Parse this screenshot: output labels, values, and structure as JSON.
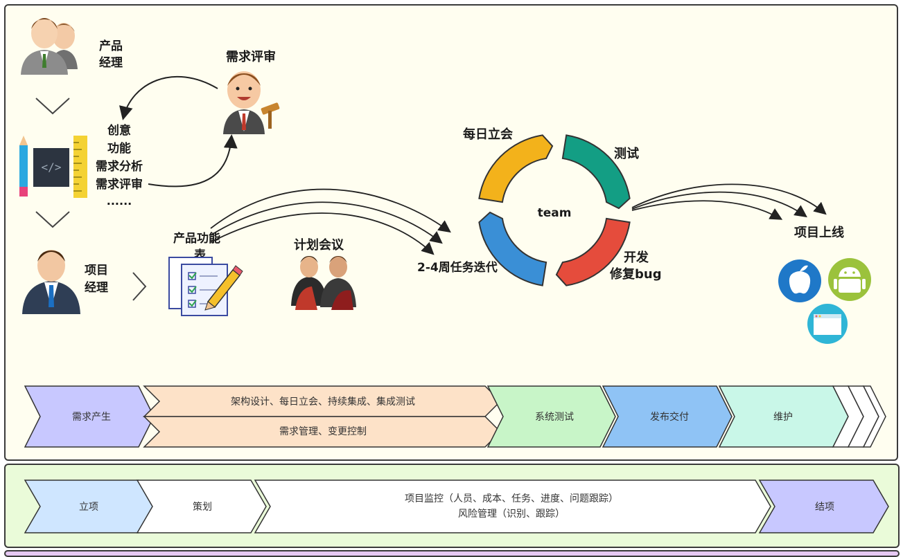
{
  "roles": {
    "product_manager": [
      "产品",
      "经理"
    ],
    "project_manager": [
      "项目",
      "经理"
    ],
    "requirement_review": "需求评审"
  },
  "inputs": {
    "items": [
      "创意",
      "功能",
      "需求分析",
      "需求评审",
      "......"
    ]
  },
  "planning": {
    "feature_list": [
      "产品功能",
      "表"
    ],
    "plan_meeting": "计划会议",
    "sprint": "2-4周任务迭代"
  },
  "cycle": {
    "center": "team",
    "standup": "每日立会",
    "test": "测试",
    "develop": [
      "开发",
      "修复bug"
    ]
  },
  "release": {
    "label": "项目上线"
  },
  "dev_flow": {
    "stages": {
      "requirement": "需求产生",
      "arch_top": "架构设计、每日立会、持续集成、集成测试",
      "arch_bottom": "需求管理、变更控制",
      "system_test": "系统测试",
      "release": "发布交付",
      "maintain": "维护"
    }
  },
  "pm_flow": {
    "stages": {
      "initiate": "立项",
      "plan": "策划",
      "monitor_line1": "项目监控（人员、成本、任务、进度、问题跟踪）",
      "monitor_line2": "风险管理（识别、跟踪）",
      "close": "结项"
    }
  },
  "colors": {
    "cycle_yellow": "#f3b21b",
    "cycle_teal": "#139e84",
    "cycle_red": "#e54c3c",
    "cycle_blue": "#3a8fd6",
    "stage_purple": "#c8c8ff",
    "stage_peach": "#fde2c8",
    "stage_green": "#c8f5c8",
    "stage_blue": "#8fc3f5",
    "stage_mint": "#c9f7e8",
    "stage_lightblue": "#cfe6ff",
    "apple_blue": "#1f78c8",
    "android_green": "#9bc23c",
    "web_cyan": "#2fb5d6"
  }
}
